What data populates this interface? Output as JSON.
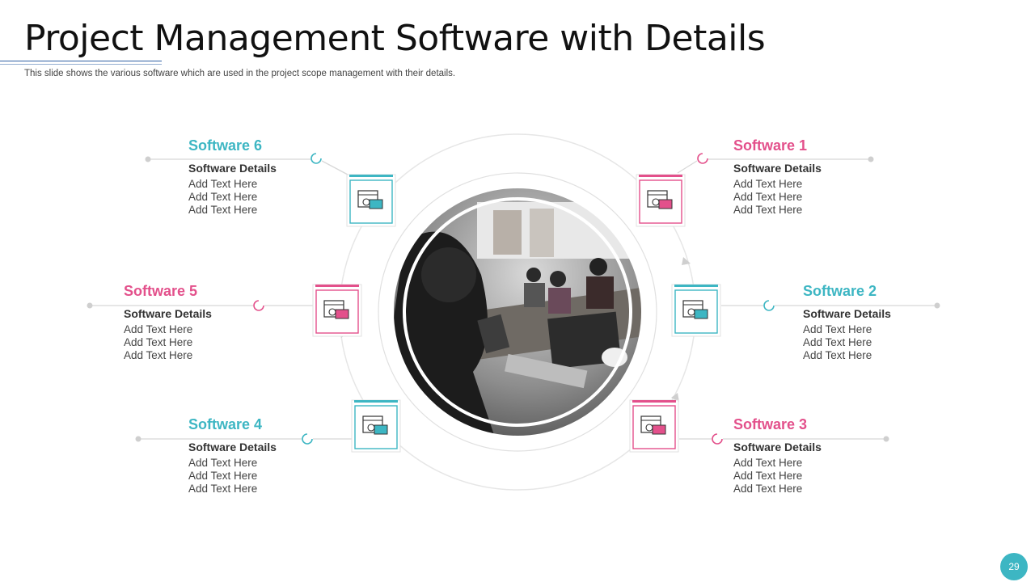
{
  "slide": {
    "title": "Project Management Software with Details",
    "subtitle": "This slide shows the various software which are used in the project scope management with their details.",
    "page_number": "29"
  },
  "colors": {
    "pink": "#e3508b",
    "teal": "#3db6c3",
    "accent_line": "#2e5fa3"
  },
  "center_image": {
    "description_icon": "meeting-photo"
  },
  "items": [
    {
      "name": "Software 1",
      "details_label": "Software Details",
      "lines": [
        "Add Text Here",
        "Add Text Here",
        "Add Text Here"
      ],
      "color": "pink",
      "icon": "software-window-icon"
    },
    {
      "name": "Software 2",
      "details_label": "Software Details",
      "lines": [
        "Add Text Here",
        "Add Text Here",
        "Add Text Here"
      ],
      "color": "teal",
      "icon": "software-window-icon"
    },
    {
      "name": "Software 3",
      "details_label": "Software Details",
      "lines": [
        "Add Text Here",
        "Add Text Here",
        "Add Text Here"
      ],
      "color": "pink",
      "icon": "software-window-icon"
    },
    {
      "name": "Software 4",
      "details_label": "Software Details",
      "lines": [
        "Add Text Here",
        "Add Text Here",
        "Add Text Here"
      ],
      "color": "teal",
      "icon": "software-window-icon"
    },
    {
      "name": "Software 5",
      "details_label": "Software Details",
      "lines": [
        "Add Text Here",
        "Add Text Here",
        "Add Text Here"
      ],
      "color": "pink",
      "icon": "software-window-icon"
    },
    {
      "name": "Software 6",
      "details_label": "Software Details",
      "lines": [
        "Add Text Here",
        "Add Text Here",
        "Add Text Here"
      ],
      "color": "teal",
      "icon": "software-window-icon"
    }
  ]
}
